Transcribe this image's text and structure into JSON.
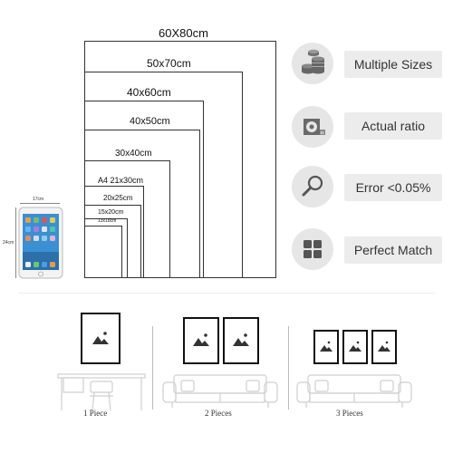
{
  "sizes": {
    "s60x80": "60X80cm",
    "s50x70": "50x70cm",
    "s40x60": "40x60cm",
    "s40x50": "40x50cm",
    "s30x40": "30x40cm",
    "sA4": "A4  21x30cm",
    "s20x25": "20x25cm",
    "s15x20": "15x20cm",
    "s13x18": "13x18cm"
  },
  "tablet": {
    "width_label": "17cm",
    "height_label": "24cm"
  },
  "features": [
    {
      "label": "Multiple Sizes",
      "icon": "coins-stack-icon"
    },
    {
      "label": "Actual ratio",
      "icon": "tape-measure-icon"
    },
    {
      "label": "Error <0.05%",
      "icon": "magnifier-icon"
    },
    {
      "label": "Perfect Match",
      "icon": "grid-squares-icon"
    }
  ],
  "pieces": {
    "one": "1 Piece",
    "two": "2 Pieces",
    "three": "3 Pieces"
  },
  "colors": {
    "frame": "#333333",
    "pill": "#ececec",
    "circle": "#e6e6e6",
    "icon": "#555555"
  }
}
